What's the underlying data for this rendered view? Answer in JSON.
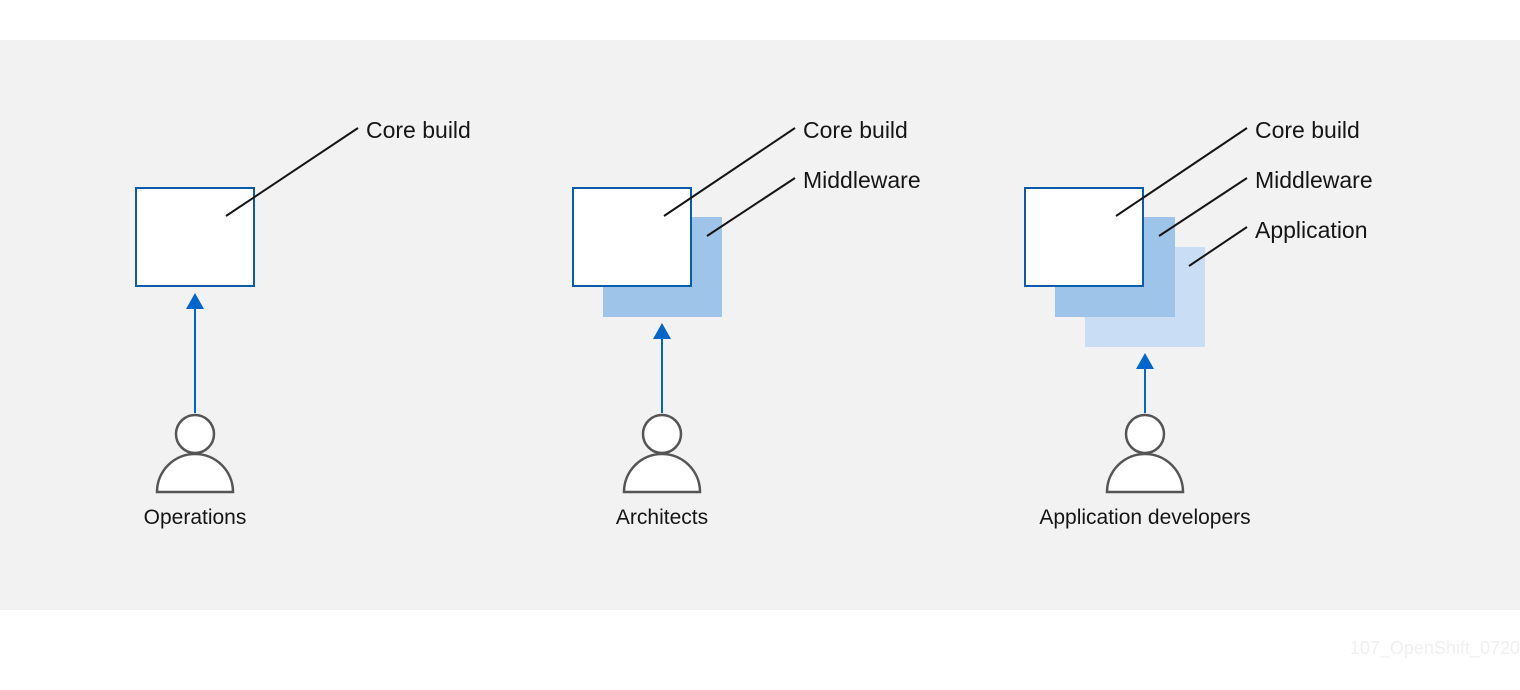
{
  "colors": {
    "panel_background": "#f2f2f2",
    "core_build_fill": "#ffffff",
    "core_build_stroke": "#0b5cad",
    "middleware_fill": "#9ec4ea",
    "application_fill": "#c9def4",
    "arrow": "#0066cc",
    "person_stroke": "#555555",
    "leader_line": "#151515"
  },
  "groups": [
    {
      "persona": "Operations",
      "person_icon": "user-icon",
      "layers": [
        "Core build"
      ]
    },
    {
      "persona": "Architects",
      "person_icon": "user-icon",
      "layers": [
        "Core build",
        "Middleware"
      ]
    },
    {
      "persona": "Application developers",
      "person_icon": "user-icon",
      "layers": [
        "Core build",
        "Middleware",
        "Application"
      ]
    }
  ],
  "watermark": "107_OpenShift_0720"
}
